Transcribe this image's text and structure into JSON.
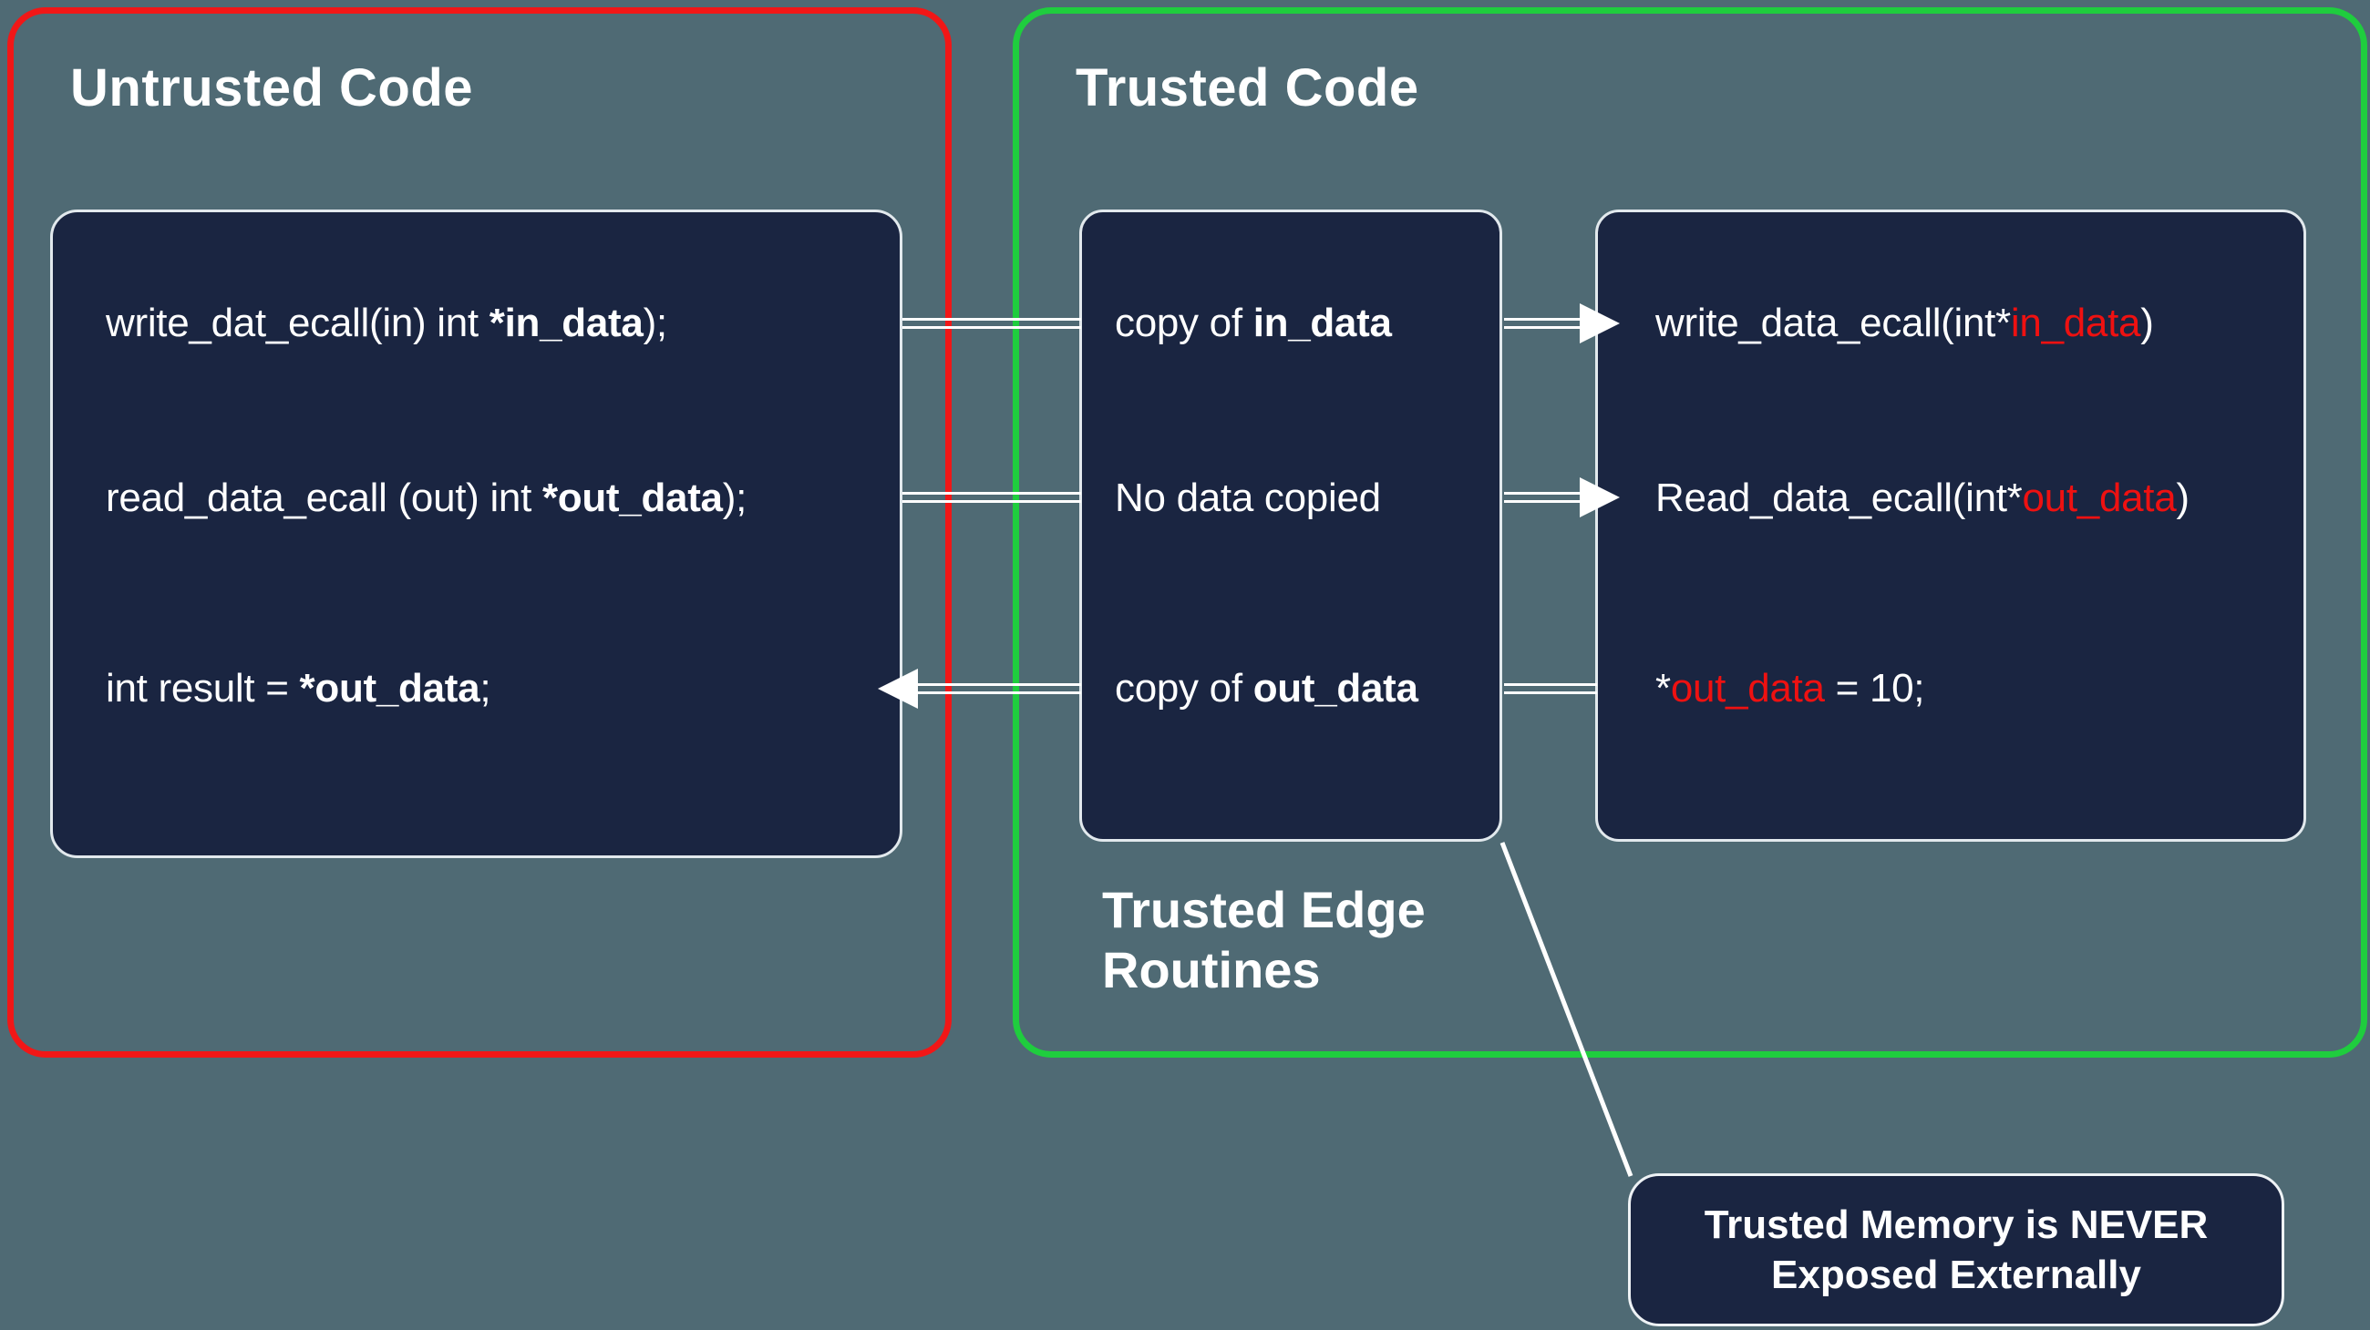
{
  "colors": {
    "background": "#4f6a74",
    "panel": "#1a2541",
    "untrusted_border": "#f11717",
    "trusted_border": "#1fcd3e",
    "code_red": "#ee1111",
    "line": "#ffffff"
  },
  "untrusted": {
    "title": "Untrusted Code",
    "rows": [
      [
        {
          "t": "write_dat_ecall(in) int "
        },
        {
          "t": "*in_data",
          "b": true
        },
        {
          "t": ");"
        }
      ],
      [
        {
          "t": "read_data_ecall (out) int "
        },
        {
          "t": "*out_data",
          "b": true
        },
        {
          "t": ");"
        }
      ],
      [
        {
          "t": "int result = "
        },
        {
          "t": "*out_data",
          "b": true
        },
        {
          "t": ";"
        }
      ]
    ]
  },
  "edge": {
    "rows": [
      [
        {
          "t": "copy of "
        },
        {
          "t": "in_data",
          "b": true
        }
      ],
      [
        {
          "t": "No data copied"
        }
      ],
      [
        {
          "t": "copy of "
        },
        {
          "t": "out_data",
          "b": true
        }
      ]
    ],
    "label_line1": "Trusted Edge",
    "label_line2": "Routines"
  },
  "trusted": {
    "title": "Trusted Code",
    "rows": [
      [
        {
          "t": "write_data_ecall(int*"
        },
        {
          "t": "in_data",
          "c": "#ee1111"
        },
        {
          "t": ")"
        }
      ],
      [
        {
          "t": "Read_data_ecall(int*"
        },
        {
          "t": "out_data",
          "c": "#ee1111"
        },
        {
          "t": ")"
        }
      ],
      [
        {
          "t": "*"
        },
        {
          "t": "out_data",
          "c": "#ee1111"
        },
        {
          "t": " = 10;"
        }
      ]
    ]
  },
  "callout": {
    "line1": "Trusted Memory is NEVER",
    "line2": "Exposed Externally"
  }
}
